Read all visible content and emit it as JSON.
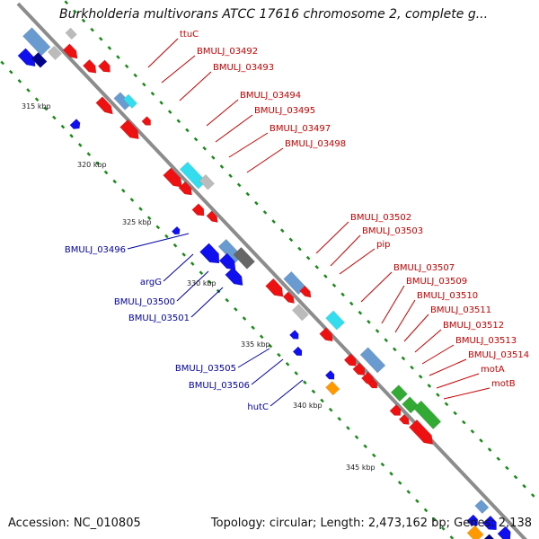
{
  "title": "Burkholderia multivorans ATCC 17616 chromosome 2, complete g...",
  "footer": {
    "accession": "Accession: NC_010805",
    "topology": "Topology: circular; Length: 2,473,162 bp; Genes: 2,138"
  },
  "colors": {
    "backbone": "#8c8c8c",
    "dot_track": "#1a8a1a",
    "red_gene": "#ee1111",
    "blue_gene": "#1010ee",
    "steel_gene": "#6a9bd0",
    "cyan_gene": "#33ddee",
    "gray_gene": "#bbbbbb",
    "dark_gray_gene": "#666666",
    "green_gene": "#33aa33",
    "orange_gene": "#ff9900",
    "navy_gene": "#000088",
    "label_red": "#cc0000",
    "label_blue": "#0000aa"
  },
  "ticks": [
    "315 kbp",
    "320 kbp",
    "325 kbp",
    "330 kbp",
    "335 kbp",
    "340 kbp",
    "345 kbp"
  ],
  "labels_top_strand": [
    "ttuC",
    "BMULJ_03492",
    "BMULJ_03493",
    "BMULJ_03494",
    "BMULJ_03495",
    "BMULJ_03497",
    "BMULJ_03498",
    "BMULJ_03502",
    "BMULJ_03503",
    "pip",
    "BMULJ_03507",
    "BMULJ_03509",
    "BMULJ_03510",
    "BMULJ_03511",
    "BMULJ_03512",
    "BMULJ_03513",
    "BMULJ_03514",
    "motA",
    "motB"
  ],
  "labels_bottom_strand": [
    "BMULJ_03496",
    "argG",
    "BMULJ_03500",
    "BMULJ_03501",
    "BMULJ_03505",
    "BMULJ_03506",
    "hutC"
  ]
}
